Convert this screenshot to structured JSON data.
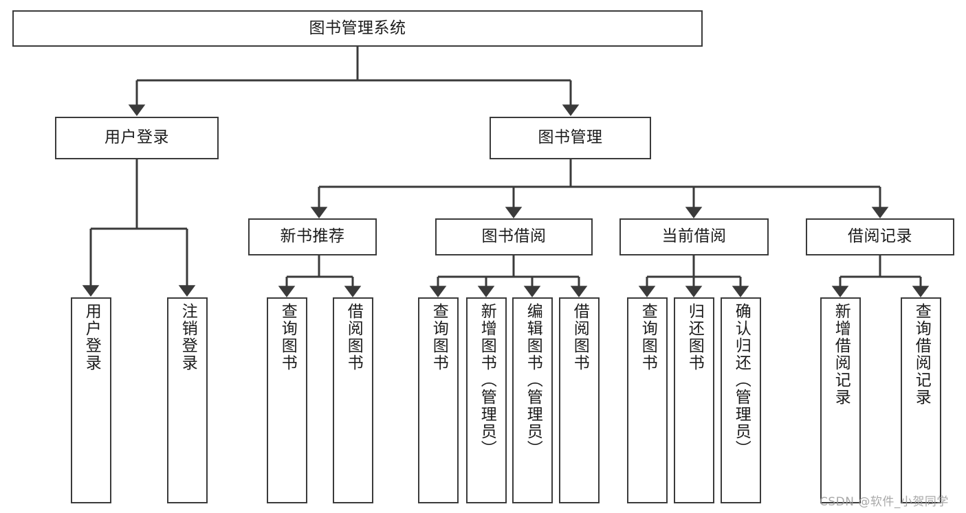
{
  "diagram": {
    "title": "图书管理系统",
    "type": "tree-hierarchy",
    "orientation": "top-down",
    "style": {
      "box_border_color": "#3a3a3a",
      "box_fill_color": "#ffffff",
      "connector_color": "#3a3a3a",
      "text_color": "#1b1b1b",
      "background": "#ffffff"
    },
    "root": {
      "label": "图书管理系统"
    },
    "level2": [
      {
        "label": "用户登录"
      },
      {
        "label": "图书管理"
      }
    ],
    "level3": [
      {
        "label": "新书推荐"
      },
      {
        "label": "图书借阅"
      },
      {
        "label": "当前借阅"
      },
      {
        "label": "借阅记录"
      }
    ],
    "leaves": {
      "user_login": [
        {
          "label": "用户登录"
        },
        {
          "label": "注销登录"
        }
      ],
      "new_book_recommend": [
        {
          "label": "查询图书"
        },
        {
          "label": "借阅图书"
        }
      ],
      "book_borrow": [
        {
          "label": "查询图书"
        },
        {
          "label": "新增图书（管理员）"
        },
        {
          "label": "编辑图书（管理员）"
        },
        {
          "label": "借阅图书"
        }
      ],
      "current_borrow": [
        {
          "label": "查询图书"
        },
        {
          "label": "归还图书"
        },
        {
          "label": "确认归还（管理员）"
        }
      ],
      "borrow_record": [
        {
          "label": "新增借阅记录"
        },
        {
          "label": "查询借阅记录"
        }
      ]
    }
  },
  "watermark": {
    "text": "CSDN @软件_小贺同学"
  }
}
